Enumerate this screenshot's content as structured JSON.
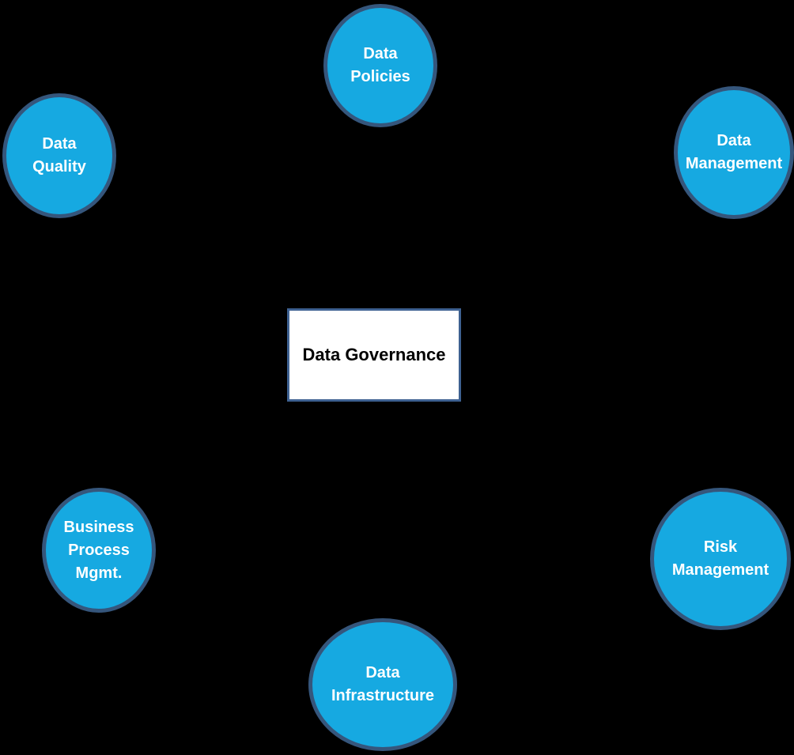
{
  "diagram": {
    "title": "Data Governance diagram",
    "background_color": "#000000",
    "node_fill_color": "#16A9E1",
    "node_border_color": "#35567C",
    "node_text_color": "#FFFFFF",
    "center": {
      "label": "Data Governance",
      "fill_color": "#FFFFFF",
      "border_color": "#3E6191",
      "text_color": "#000000"
    },
    "nodes": [
      {
        "id": "data-policies",
        "label": "Data\nPolicies",
        "position": "top"
      },
      {
        "id": "data-quality",
        "label": "Data\nQuality",
        "position": "top-left"
      },
      {
        "id": "data-management",
        "label": "Data\nManagement",
        "position": "top-right"
      },
      {
        "id": "business-process-mgmt",
        "label": "Business\nProcess\nMgmt.",
        "position": "bottom-left"
      },
      {
        "id": "risk-management",
        "label": "Risk\nManagement",
        "position": "bottom-right"
      },
      {
        "id": "data-infrastructure",
        "label": "Data\nInfrastructure",
        "position": "bottom"
      }
    ]
  }
}
